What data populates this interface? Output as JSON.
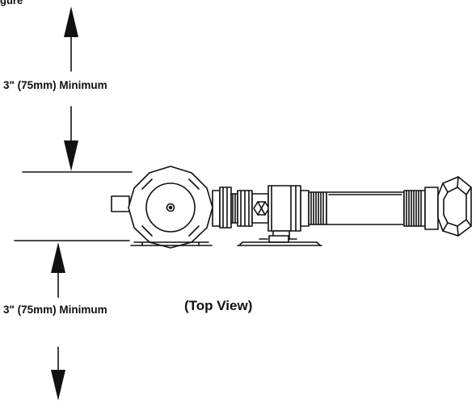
{
  "figure": {
    "fig_label": "gure",
    "clearance_top": "3\" (75mm) Minimum",
    "clearance_bottom": "3\" (75mm) Minimum",
    "view_label": "(Top View)"
  },
  "colors": {
    "ink": "#111111",
    "background": "#ffffff"
  }
}
